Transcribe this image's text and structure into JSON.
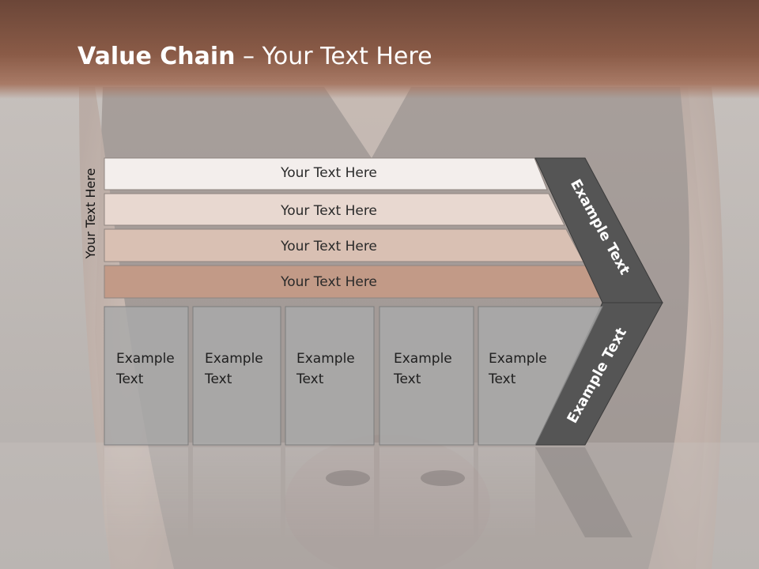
{
  "slide": {
    "title_bold": "Value Chain",
    "title_rest": " – Your Text Here",
    "side_label": "Your Text Here"
  },
  "rows": [
    {
      "label": "Your Text Here"
    },
    {
      "label": "Your Text Here"
    },
    {
      "label": "Your Text Here"
    },
    {
      "label": "Your Text Here"
    }
  ],
  "boxes": [
    {
      "line1": "Example",
      "line2": "Text"
    },
    {
      "line1": "Example",
      "line2": "Text"
    },
    {
      "line1": "Example",
      "line2": "Text"
    },
    {
      "line1": "Example",
      "line2": "Text"
    },
    {
      "line1": "Example",
      "line2": "Text"
    }
  ],
  "arrow": {
    "upper_label": "Example Text",
    "lower_label": "Example Text"
  },
  "colors": {
    "title_band": "#8a5b47",
    "row1": "#f3eeec",
    "row2": "#e8d8d0",
    "row3": "#d9c0b3",
    "row4": "#c29a87",
    "box_fill": "#a9a9a9",
    "arrow_fill": "#555555"
  }
}
